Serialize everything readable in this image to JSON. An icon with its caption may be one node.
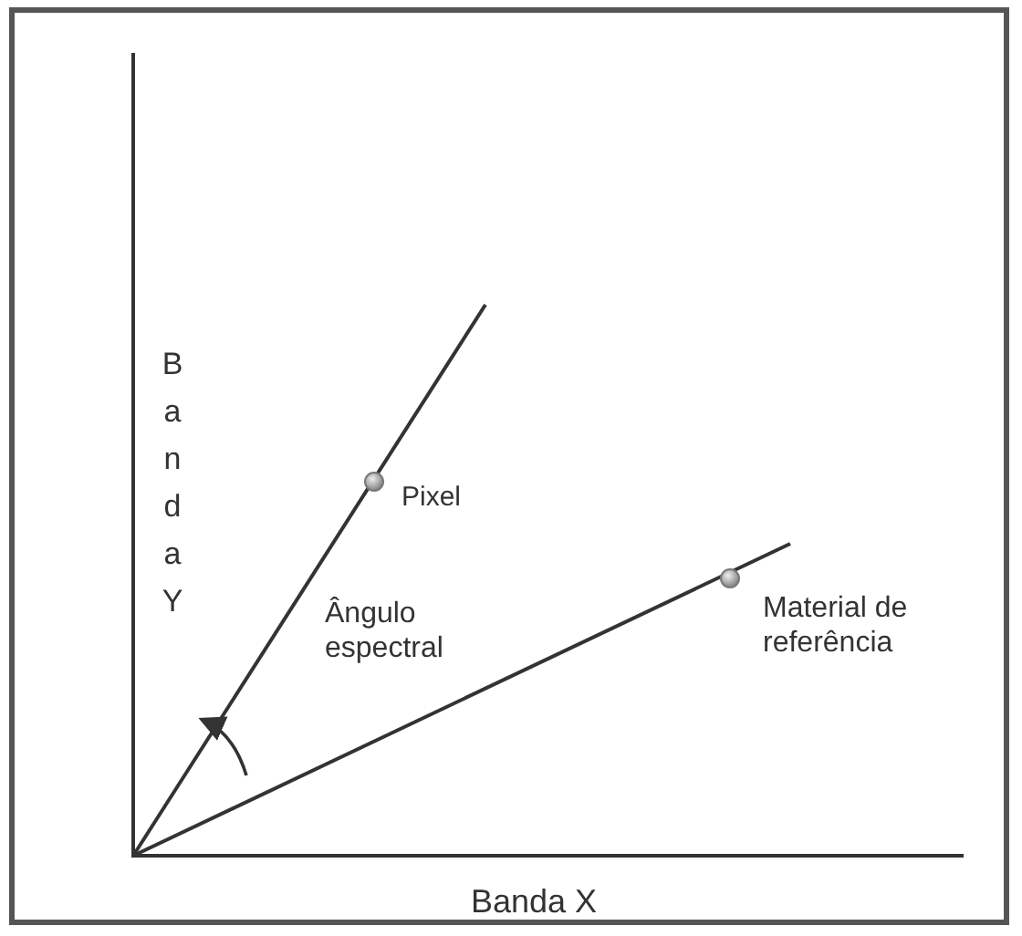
{
  "diagram": {
    "labels": [
      "Banda Y",
      "Pixel",
      "Ângulo espectral",
      "Material de referência",
      "Banda X"
    ]
  }
}
